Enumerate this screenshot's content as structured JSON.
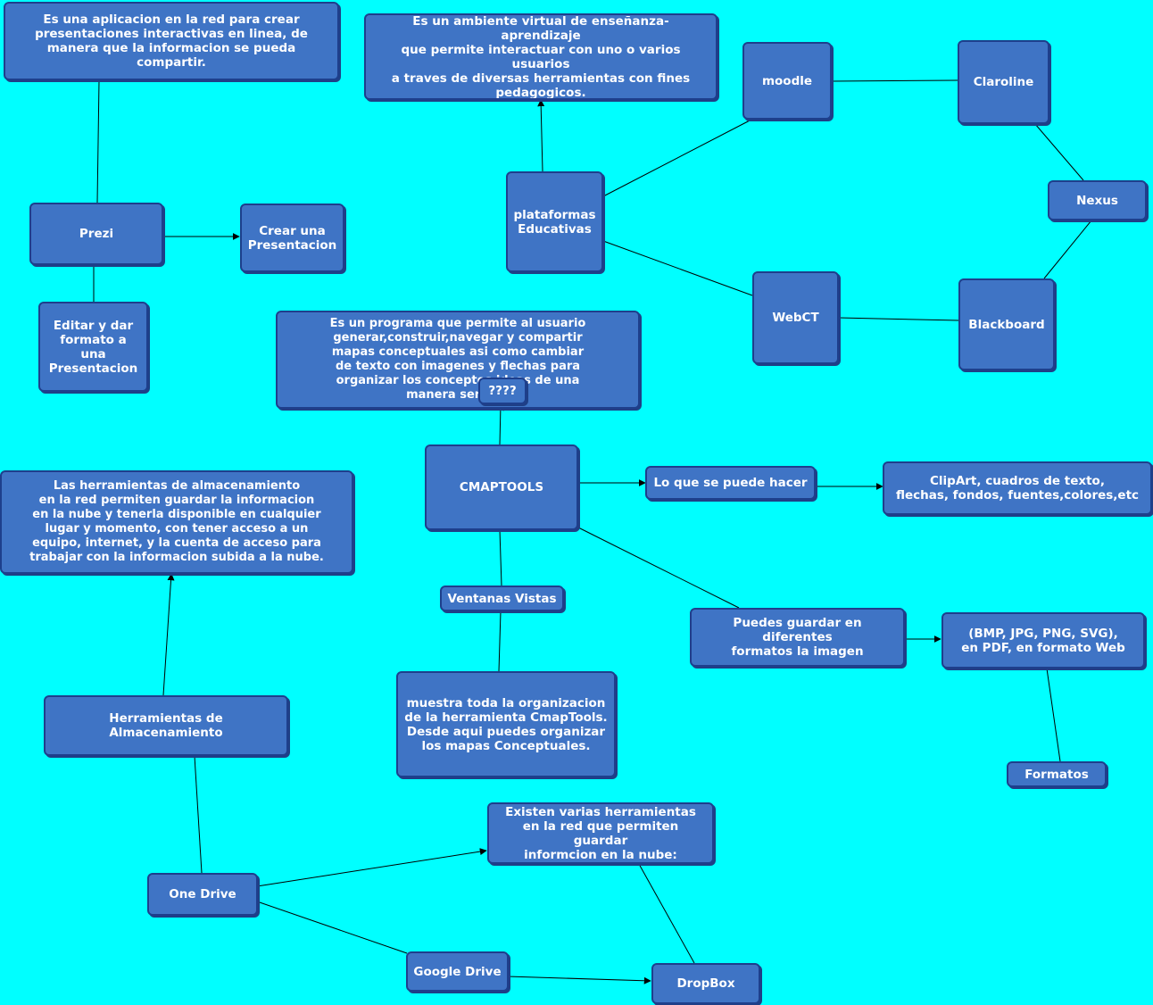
{
  "colors": {
    "background": "#00FFFF",
    "node_fill": "#3F74C5",
    "node_border": "#1E3F8C",
    "node_text": "#FFFFFF",
    "link": "#000000"
  },
  "nodes": {
    "prezi_desc": "Es una aplicacion en la red para crear\npresentaciones interactivas en linea, de\nmanera que la informacion se pueda compartir.",
    "prezi": "Prezi",
    "crear_presentacion": "Crear una\nPresentacion",
    "editar_presentacion": "Editar y dar\nformato a una\nPresentacion",
    "plataformas_desc": "Es un ambiente virtual de enseñanza- aprendizaje\nque permite interactuar con uno o varios usuarios\na traves de diversas herramientas con fines\npedagogicos.",
    "plataformas": "plataformas\nEducativas",
    "moodle": "moodle",
    "claroline": "Claroline",
    "nexus": "Nexus",
    "webct": "WebCT",
    "blackboard": "Blackboard",
    "cmap_desc": "Es un programa que permite al usuario\ngenerar,construir,navegar y compartir\nmapas conceptuales asi como cambiar\nde texto con imagenes y flechas para\norganizar los conceptos ideas de una\nmanera sencilla",
    "unknown": "????",
    "cmaptools": "CMAPTOOLS",
    "lo_que_puede": "Lo que se puede hacer",
    "clipart": "ClipArt, cuadros de texto,\nflechas, fondos, fuentes,colores,etc",
    "almacen_desc": "Las herramientas de almacenamiento\nen la red permiten guardar la informacion\nen la nube y tenerla disponible en cualquier\nlugar y momento, con tener acceso a un\nequipo, internet, y la cuenta de acceso para\ntrabajar con la informacion subida a la nube.",
    "ventanas": "Ventanas Vistas",
    "guardar_formatos": "Puedes guardar en diferentes\nformatos la imagen",
    "bmp": "(BMP, JPG, PNG, SVG),\nen PDF, en formato Web",
    "herramientas_alm": "Herramientas de Almacenamiento",
    "muestra": "muestra toda la organizacion\nde la herramienta CmapTools.\nDesde aqui puedes organizar\nlos mapas Conceptuales.",
    "formatos": "Formatos",
    "existen": "Existen varias herramientas\nen la red que permiten guardar\ninformcion en la nube:",
    "onedrive": "One Drive",
    "googledrive": "Google Drive",
    "dropbox": "DropBox"
  }
}
